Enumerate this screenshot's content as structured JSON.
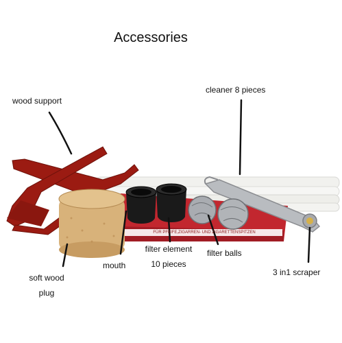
{
  "title": "Accessories",
  "labels": {
    "wood_support": "wood support",
    "cleaner": "cleaner 8 pieces",
    "soft_wood_plug_line1": "soft wood",
    "soft_wood_plug_line2": "plug",
    "mouth": "mouth",
    "filter_element_line1": "filter element",
    "filter_element_line2": "10 pieces",
    "filter_balls": "filter balls",
    "scraper": "3 in1 scraper",
    "box_text": "FÜR PFEIFE,ZIGARREN- UND ZIGARETTENSPITZEN"
  },
  "colors": {
    "wood_red": "#9b1b12",
    "cork": "#d8b27a",
    "rubber": "#1a1a1a",
    "box_red": "#c2272f",
    "steel": "#b9bcc0",
    "cleaner_white": "#f4f4f1"
  }
}
